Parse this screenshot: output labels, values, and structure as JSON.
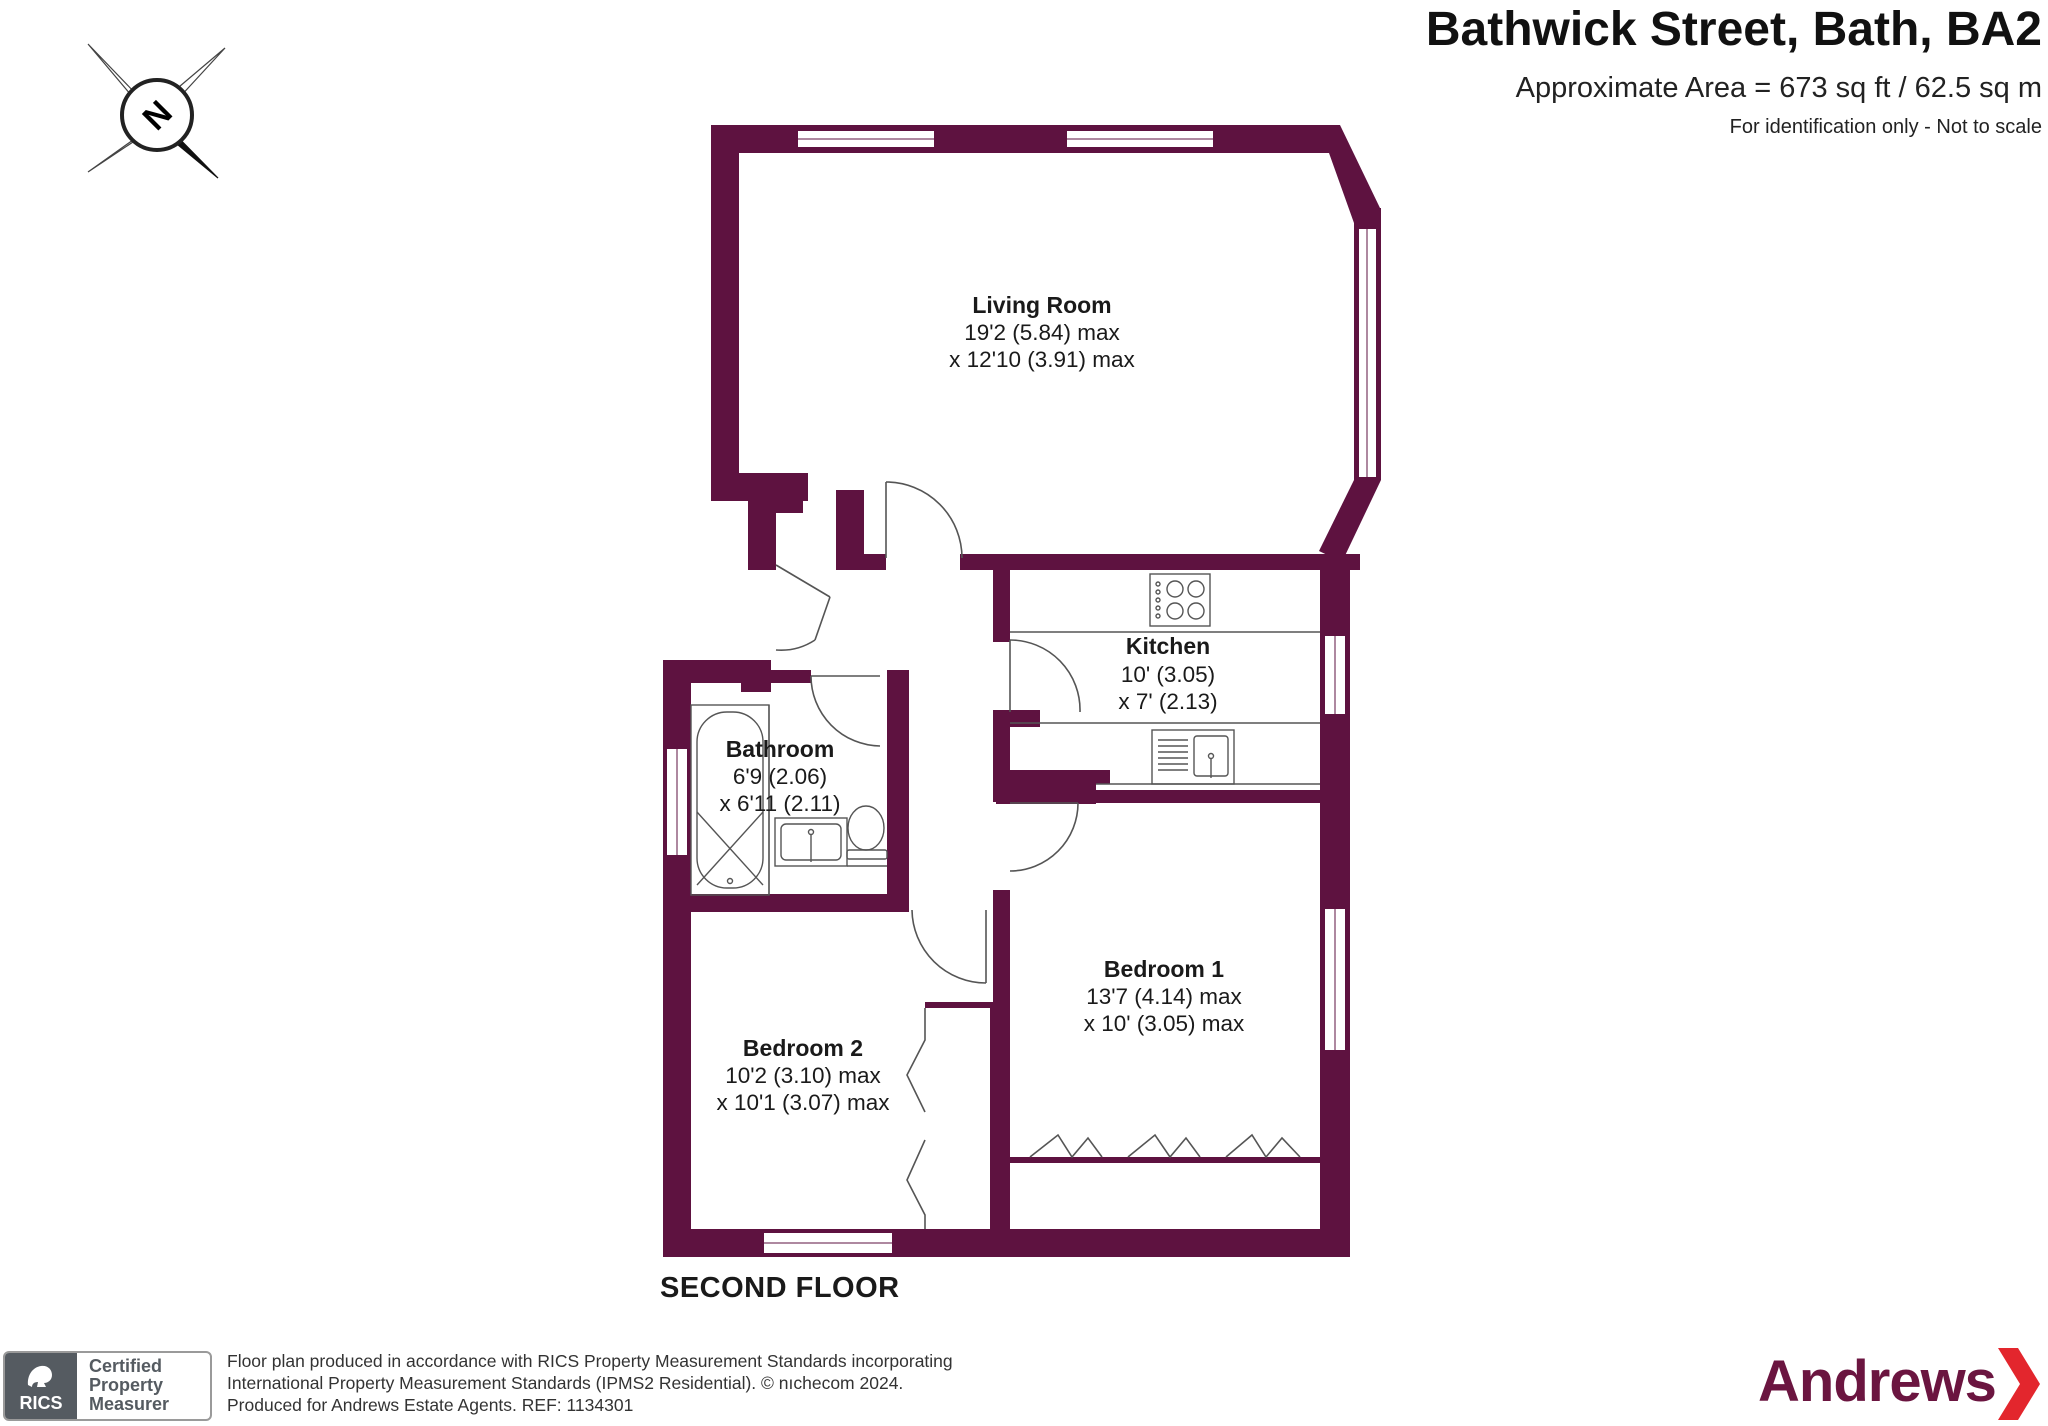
{
  "header": {
    "title": "Bathwick Street, Bath, BA2",
    "area": "Approximate Area = 673 sq ft / 62.5 sq m",
    "identification": "For identification only - Not to scale"
  },
  "floor_label": "SECOND FLOOR",
  "rooms": [
    {
      "id": "living-room",
      "name": "Living Room",
      "dim1": "19'2 (5.84) max",
      "dim2": "x 12'10 (3.91) max"
    },
    {
      "id": "kitchen",
      "name": "Kitchen",
      "dim1": "10' (3.05)",
      "dim2": "x 7' (2.13)"
    },
    {
      "id": "bathroom",
      "name": "Bathroom",
      "dim1": "6'9 (2.06)",
      "dim2": "x 6'11 (2.11)"
    },
    {
      "id": "bedroom-1",
      "name": "Bedroom 1",
      "dim1": "13'7 (4.14) max",
      "dim2": "x 10' (3.05) max"
    },
    {
      "id": "bedroom-2",
      "name": "Bedroom 2",
      "dim1": "10'2 (3.10) max",
      "dim2": "x 10'1 (3.07) max"
    }
  ],
  "compass": {
    "letter": "N"
  },
  "rics_badge": {
    "seal_text": "RICS",
    "line1": "Certified",
    "line2": "Property",
    "line3": "Measurer"
  },
  "footnote": {
    "line1": "Floor plan produced in accordance with RICS Property Measurement Standards incorporating",
    "line2": "International Property Measurement Standards (IPMS2 Residential).   © nıchecom 2024.",
    "line3": "Produced for Andrews Estate Agents.    REF:  1134301"
  },
  "brand": {
    "name": "Andrews"
  },
  "colors": {
    "wall": "#5e1240",
    "brand": "#6b1540",
    "window": "#ffffff",
    "fixture_line": "#555555",
    "accent_red": "#e3262d"
  },
  "icons": [
    "compass-rose-icon",
    "rics-lion-icon",
    "brand-chevron-icon",
    "hob-icon",
    "sink-icon",
    "bath-icon",
    "basin-icon",
    "toilet-icon"
  ]
}
